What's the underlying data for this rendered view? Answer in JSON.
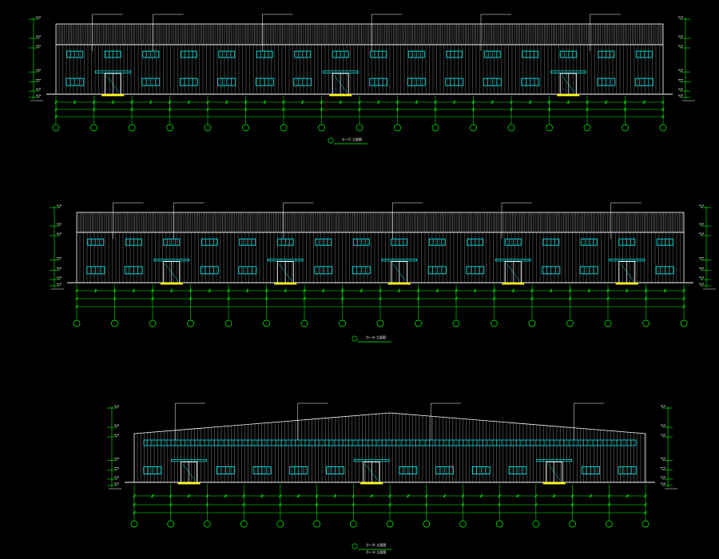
{
  "drawing": {
    "background": "#000000",
    "colors": {
      "wall_lines": "#ffffff",
      "window": "#00e5e5",
      "door": "#ffffff",
      "dim_lines": "#00ff00",
      "accent": "#ffff00",
      "leader": "#ffffff"
    },
    "elevations": [
      {
        "id": "elev-1",
        "title": "①～⑰ 立面图",
        "bays": 17,
        "doors_at_bays": [
          2,
          8,
          14
        ]
      },
      {
        "id": "elev-2",
        "title": "⑰～① 立面图",
        "bays": 17,
        "doors_at_bays": [
          3,
          6,
          9,
          12,
          15
        ]
      },
      {
        "id": "elev-3",
        "title": "Ⓐ～Ⓟ 立面图",
        "subtitle": "Ⓟ～Ⓐ 立面图",
        "bays": 15,
        "doors_at_bays": [
          2,
          7,
          12
        ]
      }
    ]
  }
}
